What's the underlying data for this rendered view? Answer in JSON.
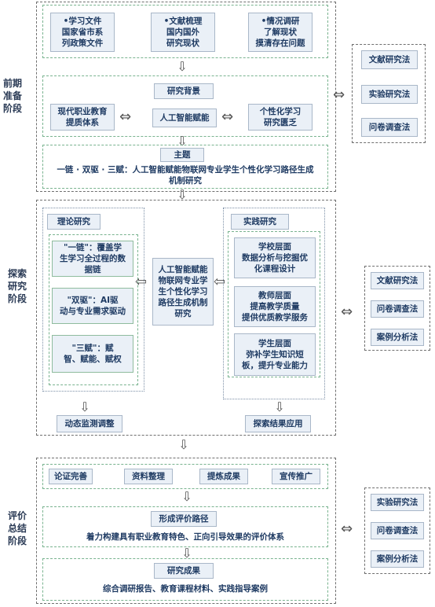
{
  "stages": {
    "prep": "前期\n准备\n阶段",
    "explore": "探索\n研究\n阶段",
    "eval": "评价\n总结\n阶段"
  },
  "prep": {
    "items": [
      "•学习文件\n国家省市系\n列政策文件",
      "•文献梳理\n国内国外\n研究现状",
      "•情况调研\n了解现状\n摸清存在问题"
    ],
    "background_label": "研究背景",
    "left": "现代职业教育\n提质体系",
    "center": "人工智能赋能",
    "right": "个性化学习\n研究匮乏",
    "theme_label": "主题",
    "theme_text": "一链 · 双驱 · 三赋：人工智能赋能物联网专业学生个性化学习路径生成\n机制研究",
    "methods": [
      "文献研究法",
      "实验研究法",
      "问卷调查法"
    ]
  },
  "explore": {
    "theory_label": "理论研究",
    "theory_items": [
      "\"一链\"：覆盖学\n生学习全过程的数\n据链",
      "\"双驱\"：AI驱\n动与专业需求驱动",
      "\"三赋\"：赋\n智、赋能、赋权"
    ],
    "core": "人工智能赋能\n物联网专业学\n生个性化学习\n路径生成机制\n研究",
    "practice_label": "实践研究",
    "practice_items": [
      "学校层面\n数据分析与挖掘优\n化课程设计",
      "教师层面\n提高教学质量\n提供优质教学服务",
      "学生层面\n弥补学生知识短\n板，提升专业能力"
    ],
    "monitor": "动态监测调整",
    "apply": "探索结果应用",
    "methods": [
      "文献研究法",
      "问卷调查法",
      "案例分析法"
    ]
  },
  "eval": {
    "items": [
      "论证完善",
      "资料整理",
      "提炼成果",
      "宣传推广"
    ],
    "path_label": "形成评价路径",
    "path_text": "着力构建具有职业教育特色、正向引导效果的评价体系",
    "result_label": "研究成果",
    "result_text": "综合调研报告、教育课程材料、实践指导案例",
    "methods": [
      "实验研究法",
      "问卷调查法",
      "案例分析法"
    ]
  },
  "icons": {
    "down": "⇩",
    "left": "⇦",
    "both": "⇔"
  }
}
